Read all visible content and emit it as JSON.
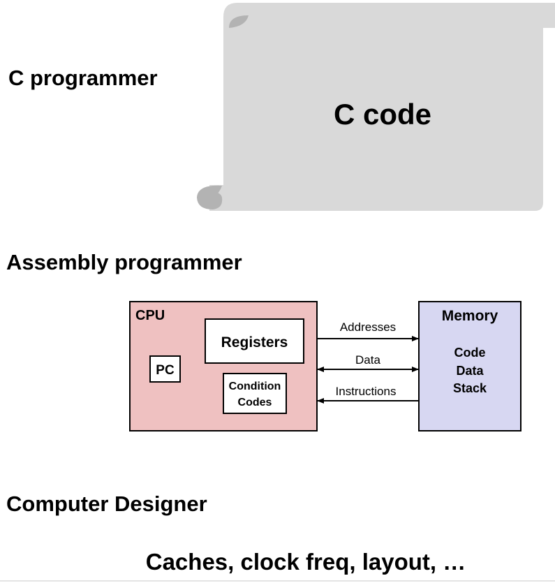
{
  "levels": {
    "c_programmer": {
      "label": "C programmer",
      "scroll_text": "C code"
    },
    "assembly_programmer": {
      "label": "Assembly programmer",
      "cpu": {
        "title": "CPU",
        "pc": "PC",
        "registers": "Registers",
        "condition_codes_line1": "Condition",
        "condition_codes_line2": "Codes"
      },
      "memory": {
        "title": "Memory",
        "contents": [
          "Code",
          "Data",
          "Stack"
        ]
      },
      "buses": {
        "addresses": "Addresses",
        "data": "Data",
        "instructions": "Instructions"
      }
    },
    "computer_designer": {
      "label": "Computer Designer",
      "detail": "Caches, clock freq, layout, …"
    }
  },
  "colors": {
    "scroll_fill": "#d9d9d9",
    "scroll_curl": "#b3b3b3",
    "cpu_fill": "#efc1c1",
    "memory_fill": "#d7d7f2",
    "stroke": "#000000",
    "divider": "#c8c8c8"
  }
}
